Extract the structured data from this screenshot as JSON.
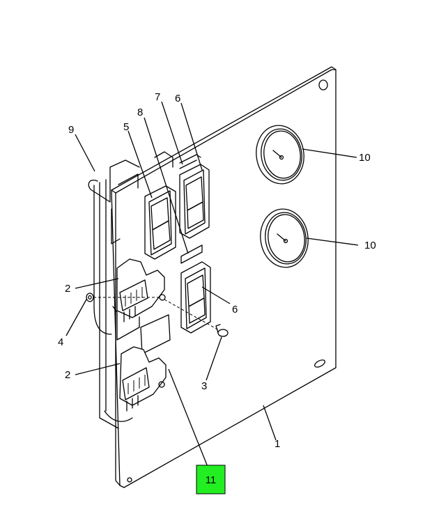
{
  "callouts": {
    "c1": "1",
    "c2a": "2",
    "c2b": "2",
    "c3": "3",
    "c4": "4",
    "c5": "5",
    "c6a": "6",
    "c6b": "6",
    "c7": "7",
    "c8": "8",
    "c9": "9",
    "c10a": "10",
    "c10b": "10",
    "c11": "11"
  },
  "highlight": {
    "item": "11",
    "color": "#22ee22"
  }
}
